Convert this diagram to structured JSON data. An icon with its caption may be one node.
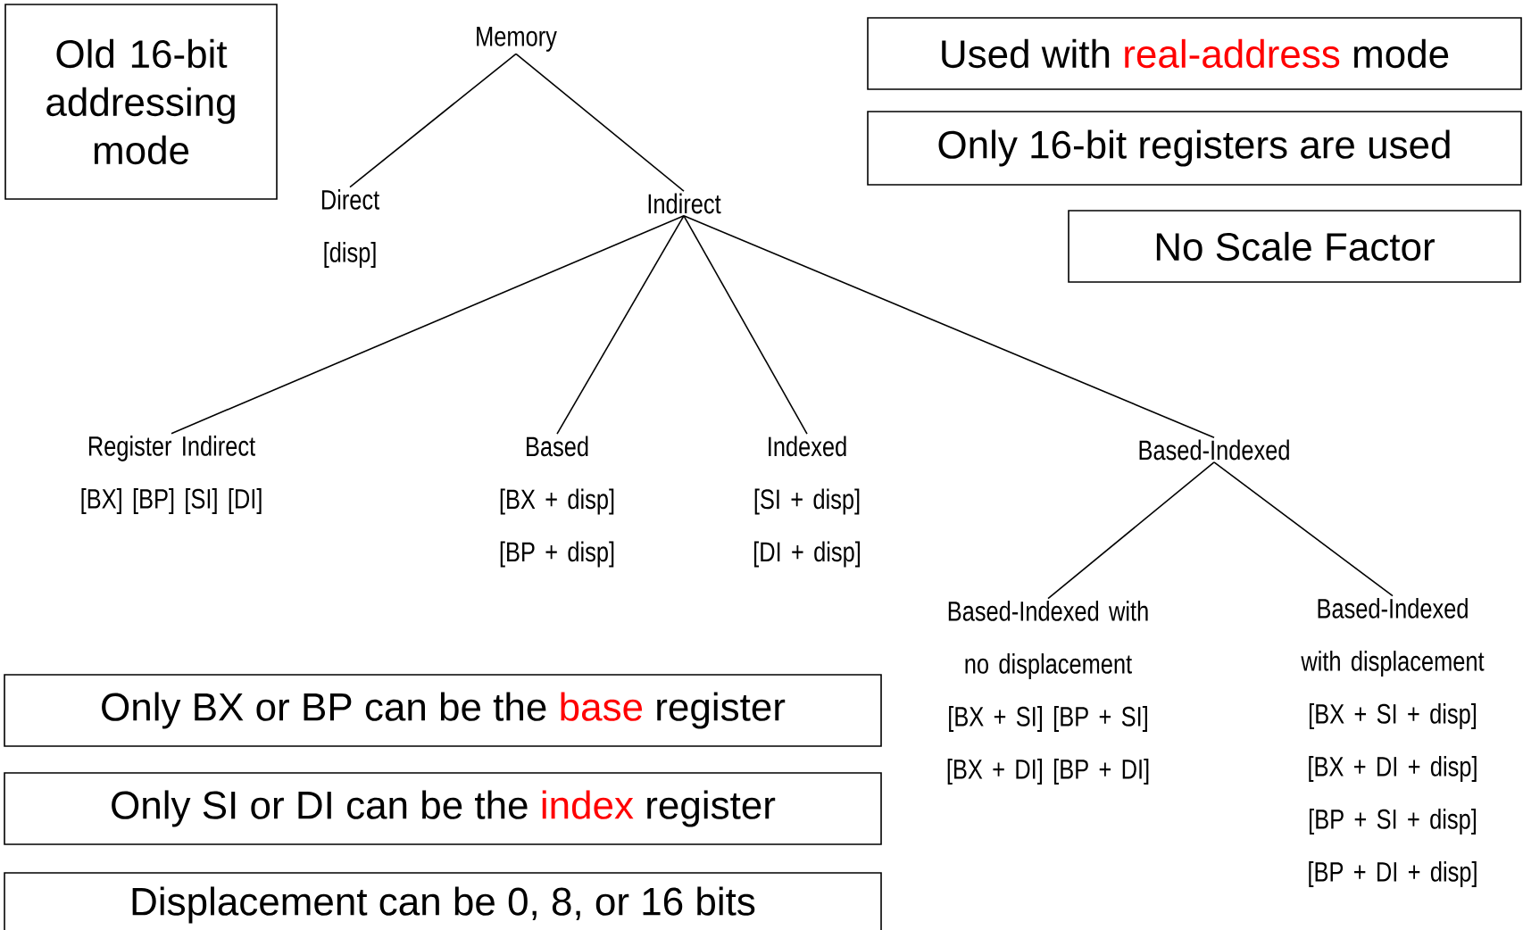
{
  "diagram": {
    "nodes": [
      {
        "text": [
          "Old 16-bit addressing mode"
        ]
      },
      {
        "text": [
          "Memory"
        ]
      },
      {
        "text": [
          "Used with **real-address** mode"
        ]
      },
      {
        "text": [
          "Only 16-bit registers are used"
        ]
      },
      {
        "text": [
          "Direct",
          "[disp]"
        ]
      },
      {
        "text": [
          "Indirect"
        ]
      },
      {
        "text": [
          "No Scale Factor"
        ]
      },
      {
        "text": [
          "Register Indirect",
          "[BX] [BP] [SI] [DI]"
        ]
      },
      {
        "text": [
          "Based",
          "[BX + disp] [BP + disp]"
        ]
      },
      {
        "text": [
          "Indexed",
          "[SI + disp] [DI + disp]"
        ]
      },
      {
        "text": [
          "Based-Indexed"
        ]
      },
      {
        "text": [
          "Based-Indexed with no displacement",
          "[BX + SI] [BP + SI] [BX + DI] [BP + DI]"
        ]
      },
      {
        "text": [
          "Based-Indexed with displacement",
          "[BX + SI + disp] [BX + DI + disp] [BP + SI + disp] [BP + DI + disp]"
        ]
      },
      {
        "text": [
          "Only BX or BP can be the **base** register"
        ]
      },
      {
        "text": [
          "Only SI or DI can be the **index** register"
        ]
      },
      {
        "text": [
          "Displacement can be 0, 8, or 16 bits"
        ]
      }
    ],
    "edges": [
      {
        "from": 1,
        "to": 4,
        "arrow": "none"
      },
      {
        "from": 1,
        "to": 5,
        "arrow": "none"
      },
      {
        "from": 5,
        "to": 7,
        "arrow": "none"
      },
      {
        "from": 5,
        "to": 8,
        "arrow": "none"
      },
      {
        "from": 5,
        "to": 9,
        "arrow": "none"
      },
      {
        "from": 5,
        "to": 10,
        "arrow": "none"
      },
      {
        "from": 10,
        "to": 11,
        "arrow": "none"
      },
      {
        "from": 10,
        "to": 12,
        "arrow": "none"
      }
    ]
  }
}
